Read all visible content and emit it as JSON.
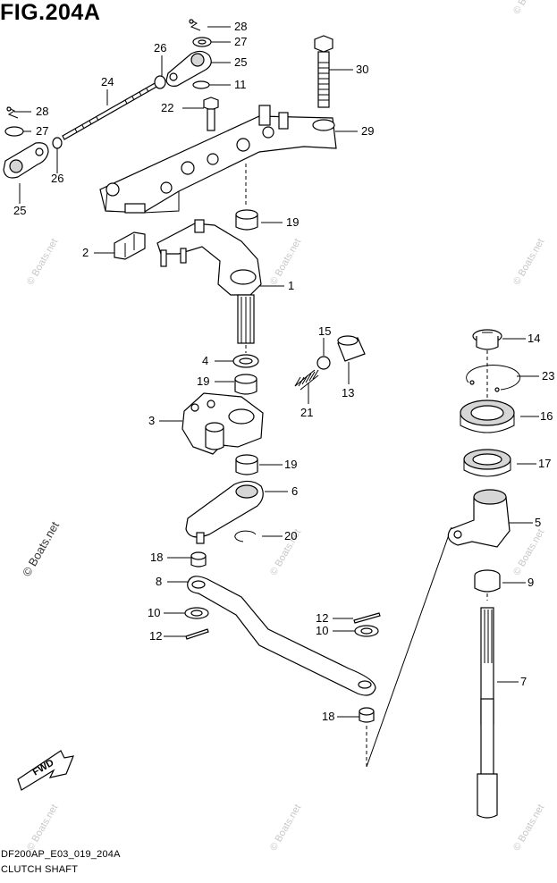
{
  "figure_title": "FIG.204A",
  "footer_code": "DF200AP_E03_019_204A",
  "footer_caption": "CLUTCH SHAFT",
  "fwd_label": "FWD",
  "watermark": "© Boats.net",
  "callouts": {
    "c28a": "28",
    "c27a": "27",
    "c25a": "25",
    "c11": "11",
    "c30": "30",
    "c26a": "26",
    "c24": "24",
    "c22": "22",
    "c29": "29",
    "c28b": "28",
    "c27b": "27",
    "c26b": "26",
    "c25b": "25",
    "c19a": "19",
    "c2": "2",
    "c1": "1",
    "c15": "15",
    "c14": "14",
    "c4": "4",
    "c19b": "19",
    "c13": "13",
    "c23": "23",
    "c21": "21",
    "c3": "3",
    "c16": "16",
    "c19c": "19",
    "c17": "17",
    "c6": "6",
    "c5": "5",
    "c20": "20",
    "c18a": "18",
    "c8": "8",
    "c9": "9",
    "c10a": "10",
    "c12a": "12",
    "c10b": "10",
    "c12b": "12",
    "c7": "7",
    "c18b": "18"
  }
}
